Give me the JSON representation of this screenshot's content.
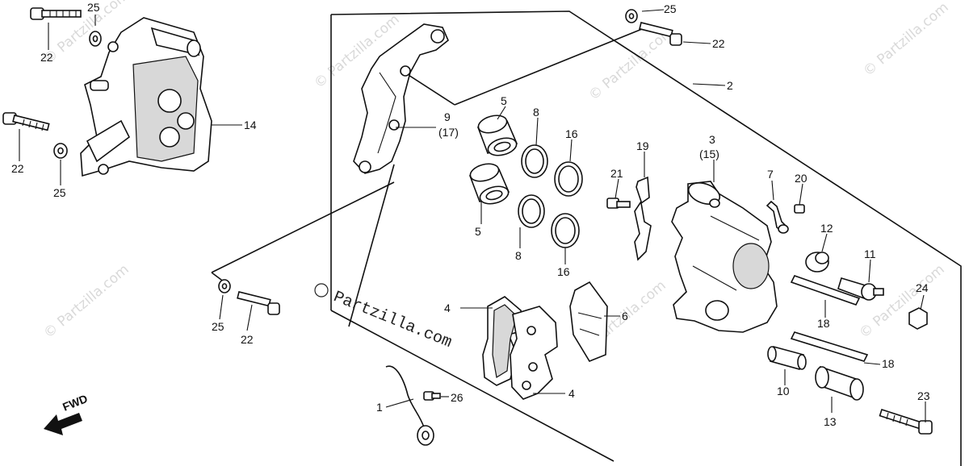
{
  "diagram": {
    "watermark": "© Partzilla.com",
    "watermark_main": "Partzilla.com",
    "fwd_label": "FWD",
    "callouts": {
      "n1": "1",
      "n2": "2",
      "n3": "3",
      "n3b": "(15)",
      "n4a": "4",
      "n4b": "4",
      "n5a": "5",
      "n5b": "5",
      "n6": "6",
      "n7": "7",
      "n8a": "8",
      "n8b": "8",
      "n9": "9",
      "n9b": "(17)",
      "n10": "10",
      "n11": "11",
      "n12": "12",
      "n13": "13",
      "n14": "14",
      "n16a": "16",
      "n16b": "16",
      "n18a": "18",
      "n18b": "18",
      "n19": "19",
      "n20": "20",
      "n21": "21",
      "n22a": "22",
      "n22b": "22",
      "n22c": "22",
      "n22d": "22",
      "n23": "23",
      "n24": "24",
      "n25a": "25",
      "n25b": "25",
      "n25c": "25",
      "n25d": "25",
      "n26": "26"
    }
  }
}
